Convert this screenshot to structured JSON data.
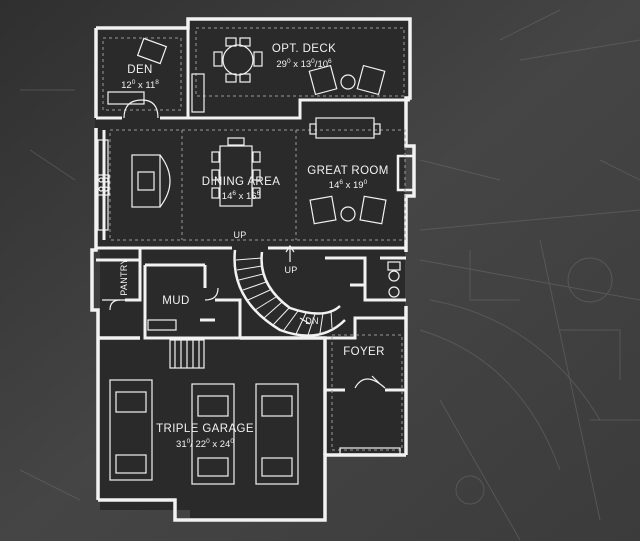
{
  "rooms": {
    "den": {
      "name": "DEN",
      "dim_a": "12",
      "sup_a": "0",
      "sep": " x ",
      "dim_b": "11",
      "sup_b": "8"
    },
    "deck": {
      "name": "OPT. DECK",
      "dim_a": "29",
      "sup_a": "0",
      "sep": " x ",
      "dim_b": "13",
      "sup_b": "0",
      "sep2": "/",
      "dim_c": "10",
      "sup_c": "6"
    },
    "dining": {
      "name": "DINING AREA",
      "dim_a": "14",
      "sup_a": "6",
      "sep": " x ",
      "dim_b": "16",
      "sup_b": "6"
    },
    "great_room": {
      "name": "GREAT ROOM",
      "dim_a": "14",
      "sup_a": "6",
      "sep": " x ",
      "dim_b": "19",
      "sup_b": "0"
    },
    "pantry": {
      "name": "PANTRY"
    },
    "mud": {
      "name": "MUD"
    },
    "foyer": {
      "name": "FOYER"
    },
    "garage": {
      "name": "TRIPLE GARAGE",
      "dim_a": "31",
      "sup_a": "0",
      "sep": "/ ",
      "dim_b": "22",
      "sup_b": "0",
      "sep2": " x ",
      "dim_c": "24",
      "sup_c": "0"
    }
  },
  "stairs": {
    "up_1": "UP",
    "up_2": "UP",
    "down": "DN"
  },
  "colors": {
    "background": "#3a3a3a",
    "floor": "#2a2a2a",
    "wall": "#f2f2f2",
    "dashed": "#9a9a9a",
    "blueprint_lines": "#6a6a6a"
  }
}
